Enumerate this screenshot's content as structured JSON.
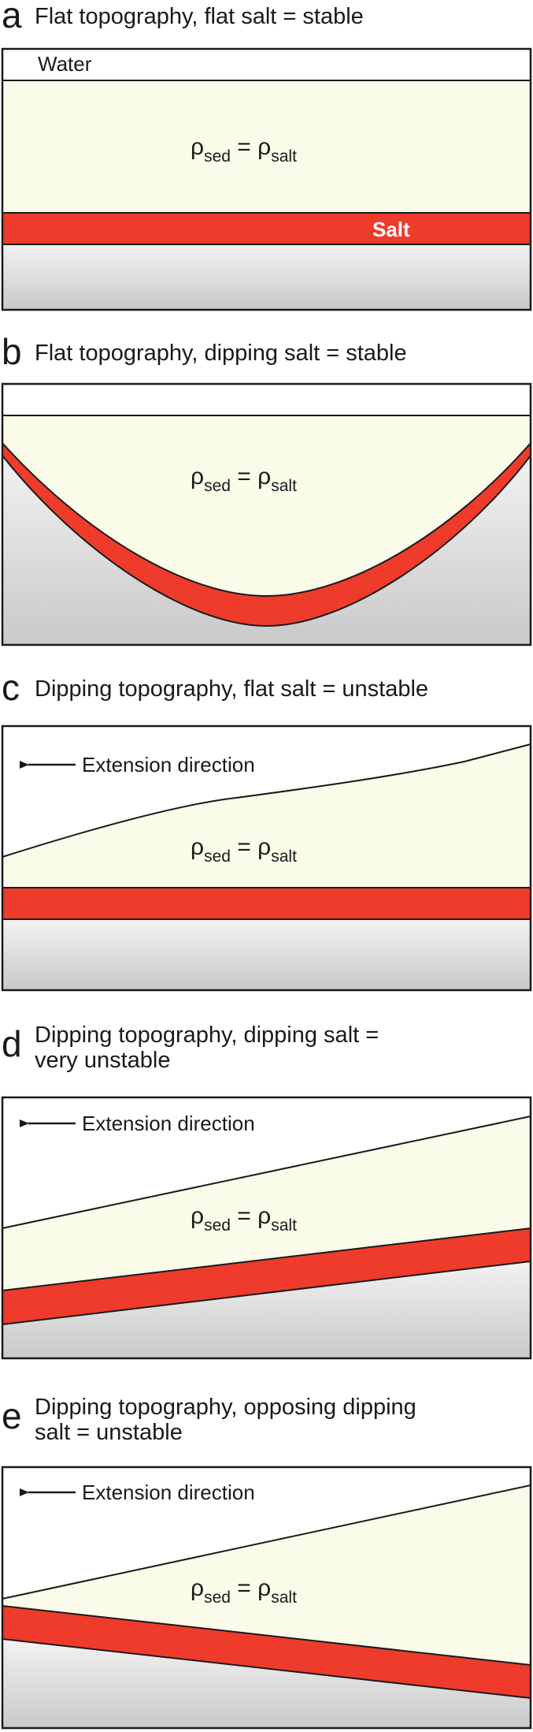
{
  "colors": {
    "water": "#ffffff",
    "sediment": "#fbfbea",
    "salt": "#ee3b2b",
    "basement_top": "#f2f2f2",
    "basement_bottom": "#c9c9c9",
    "outline": "#1a1a1a"
  },
  "density_label": {
    "symbol": "ρ",
    "sed_subscript": "sed",
    "equals": " = ",
    "salt_subscript": "salt"
  },
  "panels": [
    {
      "letter": "a",
      "title": [
        "Flat topography, flat salt = stable"
      ],
      "water_label": "Water",
      "salt_label": "Salt"
    },
    {
      "letter": "b",
      "title": [
        "Flat topography, dipping salt = stable"
      ]
    },
    {
      "letter": "c",
      "title": [
        "Dipping topography, flat salt = unstable"
      ],
      "extension_label": "Extension direction"
    },
    {
      "letter": "d",
      "title": [
        "Dipping topography, dipping salt =",
        "very unstable"
      ],
      "extension_label": "Extension direction"
    },
    {
      "letter": "e",
      "title": [
        "Dipping topography, opposing dipping",
        "salt = unstable"
      ],
      "extension_label": "Extension direction"
    }
  ]
}
